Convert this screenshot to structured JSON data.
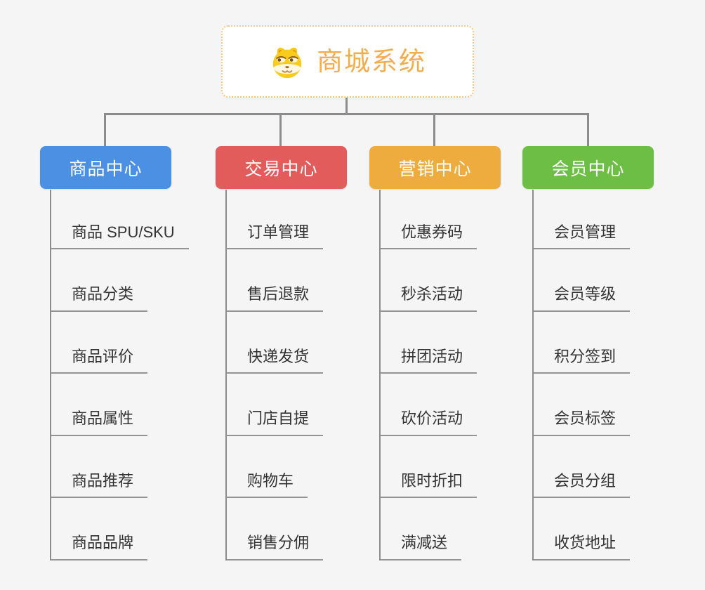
{
  "canvas": {
    "background": "#F5F5F6",
    "connector_color": "#8C8C8C"
  },
  "root": {
    "label": "商城系统",
    "icon": "shiba-dog-icon",
    "text_color": "#F2AE4D",
    "border_color": "#F6C886",
    "fill": "#FFFFFF"
  },
  "branches": [
    {
      "label": "商品中心",
      "color": "#4B90E2",
      "items": [
        "商品 SPU/SKU",
        "商品分类",
        "商品评价",
        "商品属性",
        "商品推荐",
        "商品品牌"
      ]
    },
    {
      "label": "交易中心",
      "color": "#E25C5C",
      "items": [
        "订单管理",
        "售后退款",
        "快递发货",
        "门店自提",
        "购物车",
        "销售分佣"
      ]
    },
    {
      "label": "营销中心",
      "color": "#EFAC3E",
      "items": [
        "优惠券码",
        "秒杀活动",
        "拼团活动",
        "砍价活动",
        "限时折扣",
        "满减送"
      ]
    },
    {
      "label": "会员中心",
      "color": "#6CBE45",
      "items": [
        "会员管理",
        "会员等级",
        "积分签到",
        "会员标签",
        "会员分组",
        "收货地址"
      ]
    }
  ]
}
